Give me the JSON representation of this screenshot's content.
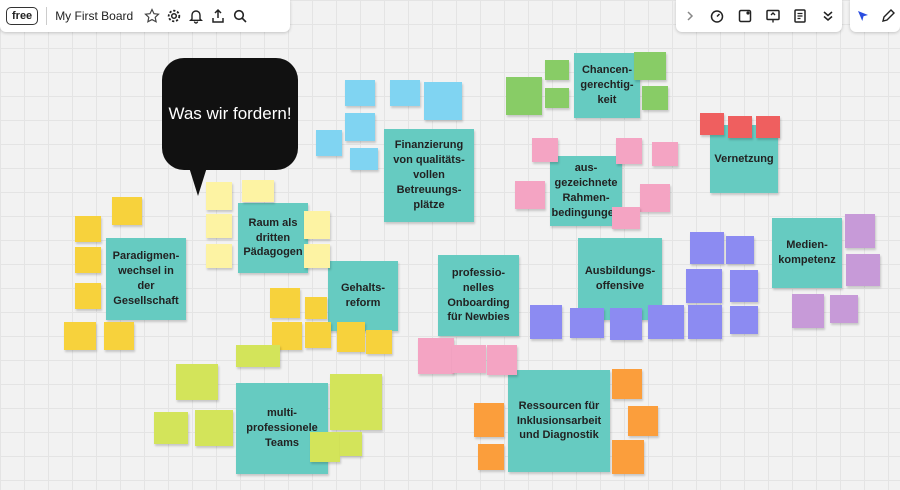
{
  "toolbar": {
    "plan_badge": "free",
    "board_title": "My First Board"
  },
  "bubble": {
    "text": "Was wir fordern!"
  },
  "topics": [
    "Paradigmen-wechsel in der Gesellschaft",
    "Raum als dritten Pädagogen",
    "Gehalts-reform",
    "multi-professionele Teams",
    "Finanzierung von qualitäts-vollen Betreuungs-plätze",
    "professio-nelles Onboarding für Newbies",
    "Chancen-gerechtig-keit",
    "aus-gezeichnete Rahmen-bedingungen",
    "Ausbildungs-offensive",
    "Ressourcen für Inklusionsarbeit und Diagnostik",
    "Vernetzung",
    "Medien-kompetenz"
  ]
}
